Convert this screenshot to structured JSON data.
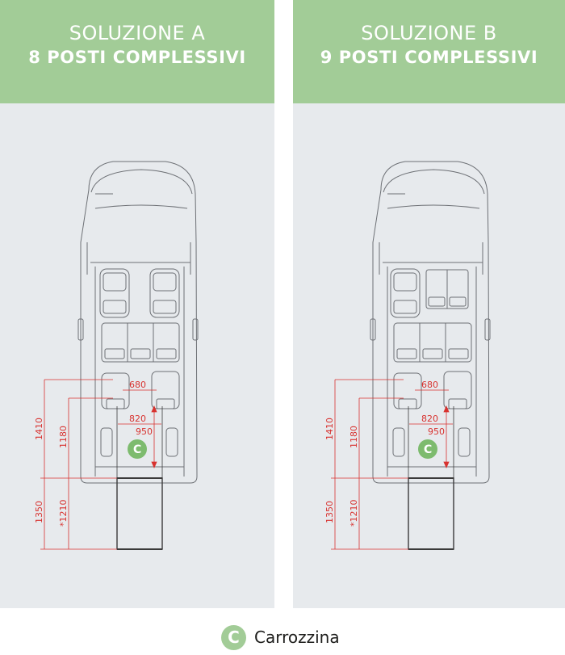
{
  "colors": {
    "header_bg": "#a2cc97",
    "panel_bg": "#e7eaed",
    "dimension_red": "#d8322f",
    "outline": "#6d7075",
    "badge": "#a2cc97"
  },
  "panels": [
    {
      "id": "a",
      "title": "SOLUZIONE A",
      "subtitle": "8 POSTI COMPLESSIVI",
      "layout": "driver + passenger, 3-seat bench, 2 singles, wheelchair",
      "wheelchair_badge": "C",
      "dimensions": {
        "interior_length_total": "1410",
        "interior_length_to_seat": "1180",
        "seat_gap_width": "680",
        "floor_width": "820",
        "floor_width_alt": "950",
        "ramp_length": "1350",
        "ramp_length_alt": "*1210"
      }
    },
    {
      "id": "b",
      "title": "SOLUZIONE B",
      "subtitle": "9 POSTI COMPLESSIVI",
      "layout": "driver + 2-seat front bench, 3-seat bench, 2 singles, wheelchair",
      "wheelchair_badge": "C",
      "dimensions": {
        "interior_length_total": "1410",
        "interior_length_to_seat": "1180",
        "seat_gap_width": "680",
        "floor_width": "820",
        "floor_width_alt": "950",
        "ramp_length": "1350",
        "ramp_length_alt": "*1210"
      }
    }
  ],
  "legend": {
    "badge": "C",
    "label": "Carrozzina"
  }
}
